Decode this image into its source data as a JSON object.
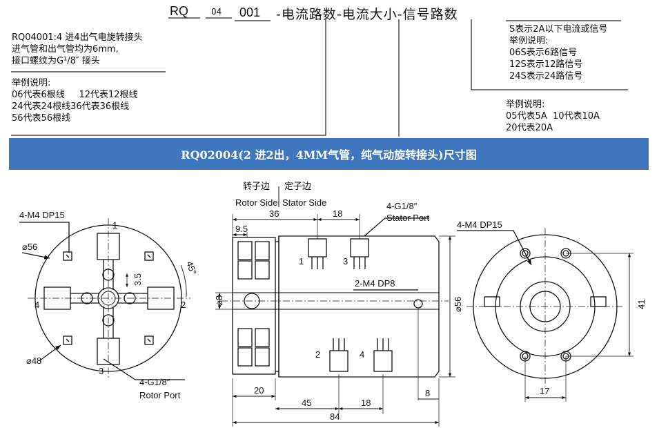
{
  "model_code": {
    "prefix": "RQ",
    "inlet": "04",
    "outlet": "001",
    "suffix": "-电流路数-电流大小-信号路数"
  },
  "left_notes": {
    "line1": "RQ04001:4 进4出气电旋转接头",
    "line2": "进气管和出气管均为6mm,",
    "line3": "接口螺纹为G¹/8″ 接头",
    "example_title": "举例说明:",
    "ex1": "06代表6根线     12代表12根线",
    "ex2": "24代表24根线36代表36根线",
    "ex3": "56代表56根线"
  },
  "right_notes": {
    "signal_title": "S表示2A以下电流或信号",
    "example_title": "举例说明:",
    "s1": "06S表示6路信号",
    "s2": "12S表示12路信号",
    "s3": "24S表示24路信号",
    "current_title": "举例说明:",
    "c1": "05代表5A  10代表10A",
    "c2": "20代表20A"
  },
  "banner": "RQ02004(2 进2出，4MM气管，纯气动旋转接头)尺寸图",
  "drawing": {
    "rotor_side_cn": "转子边",
    "stator_side_cn": "定子边",
    "rotor_side": "Rotor Side",
    "stator_side": "Stator Side",
    "left_view": {
      "m4": "4-M4 DP15",
      "d56": "⌀56",
      "d48": "⌀48",
      "d35": "3.5",
      "angle": "45°",
      "port_label": "4-G1/8″",
      "port_name": "Rotor Port",
      "p1": "1",
      "p2": "2",
      "p3": "3",
      "p4": "4"
    },
    "side_view": {
      "d36": "36",
      "d18": "18",
      "d9_5": "9.5",
      "port_label": "4-G1/8″",
      "port_name": "Stator Port",
      "m4dp8": "2-M4 DP8",
      "d8": "⌀8",
      "d56": "⌀56",
      "d20": "20",
      "d45": "45",
      "d18b": "18",
      "d8b": "8",
      "d84": "84",
      "p1": "1",
      "p2": "2",
      "p3": "3",
      "p4": "4"
    },
    "right_view": {
      "m4": "4-M4 DP15",
      "d41": "41",
      "d17": "17"
    }
  }
}
